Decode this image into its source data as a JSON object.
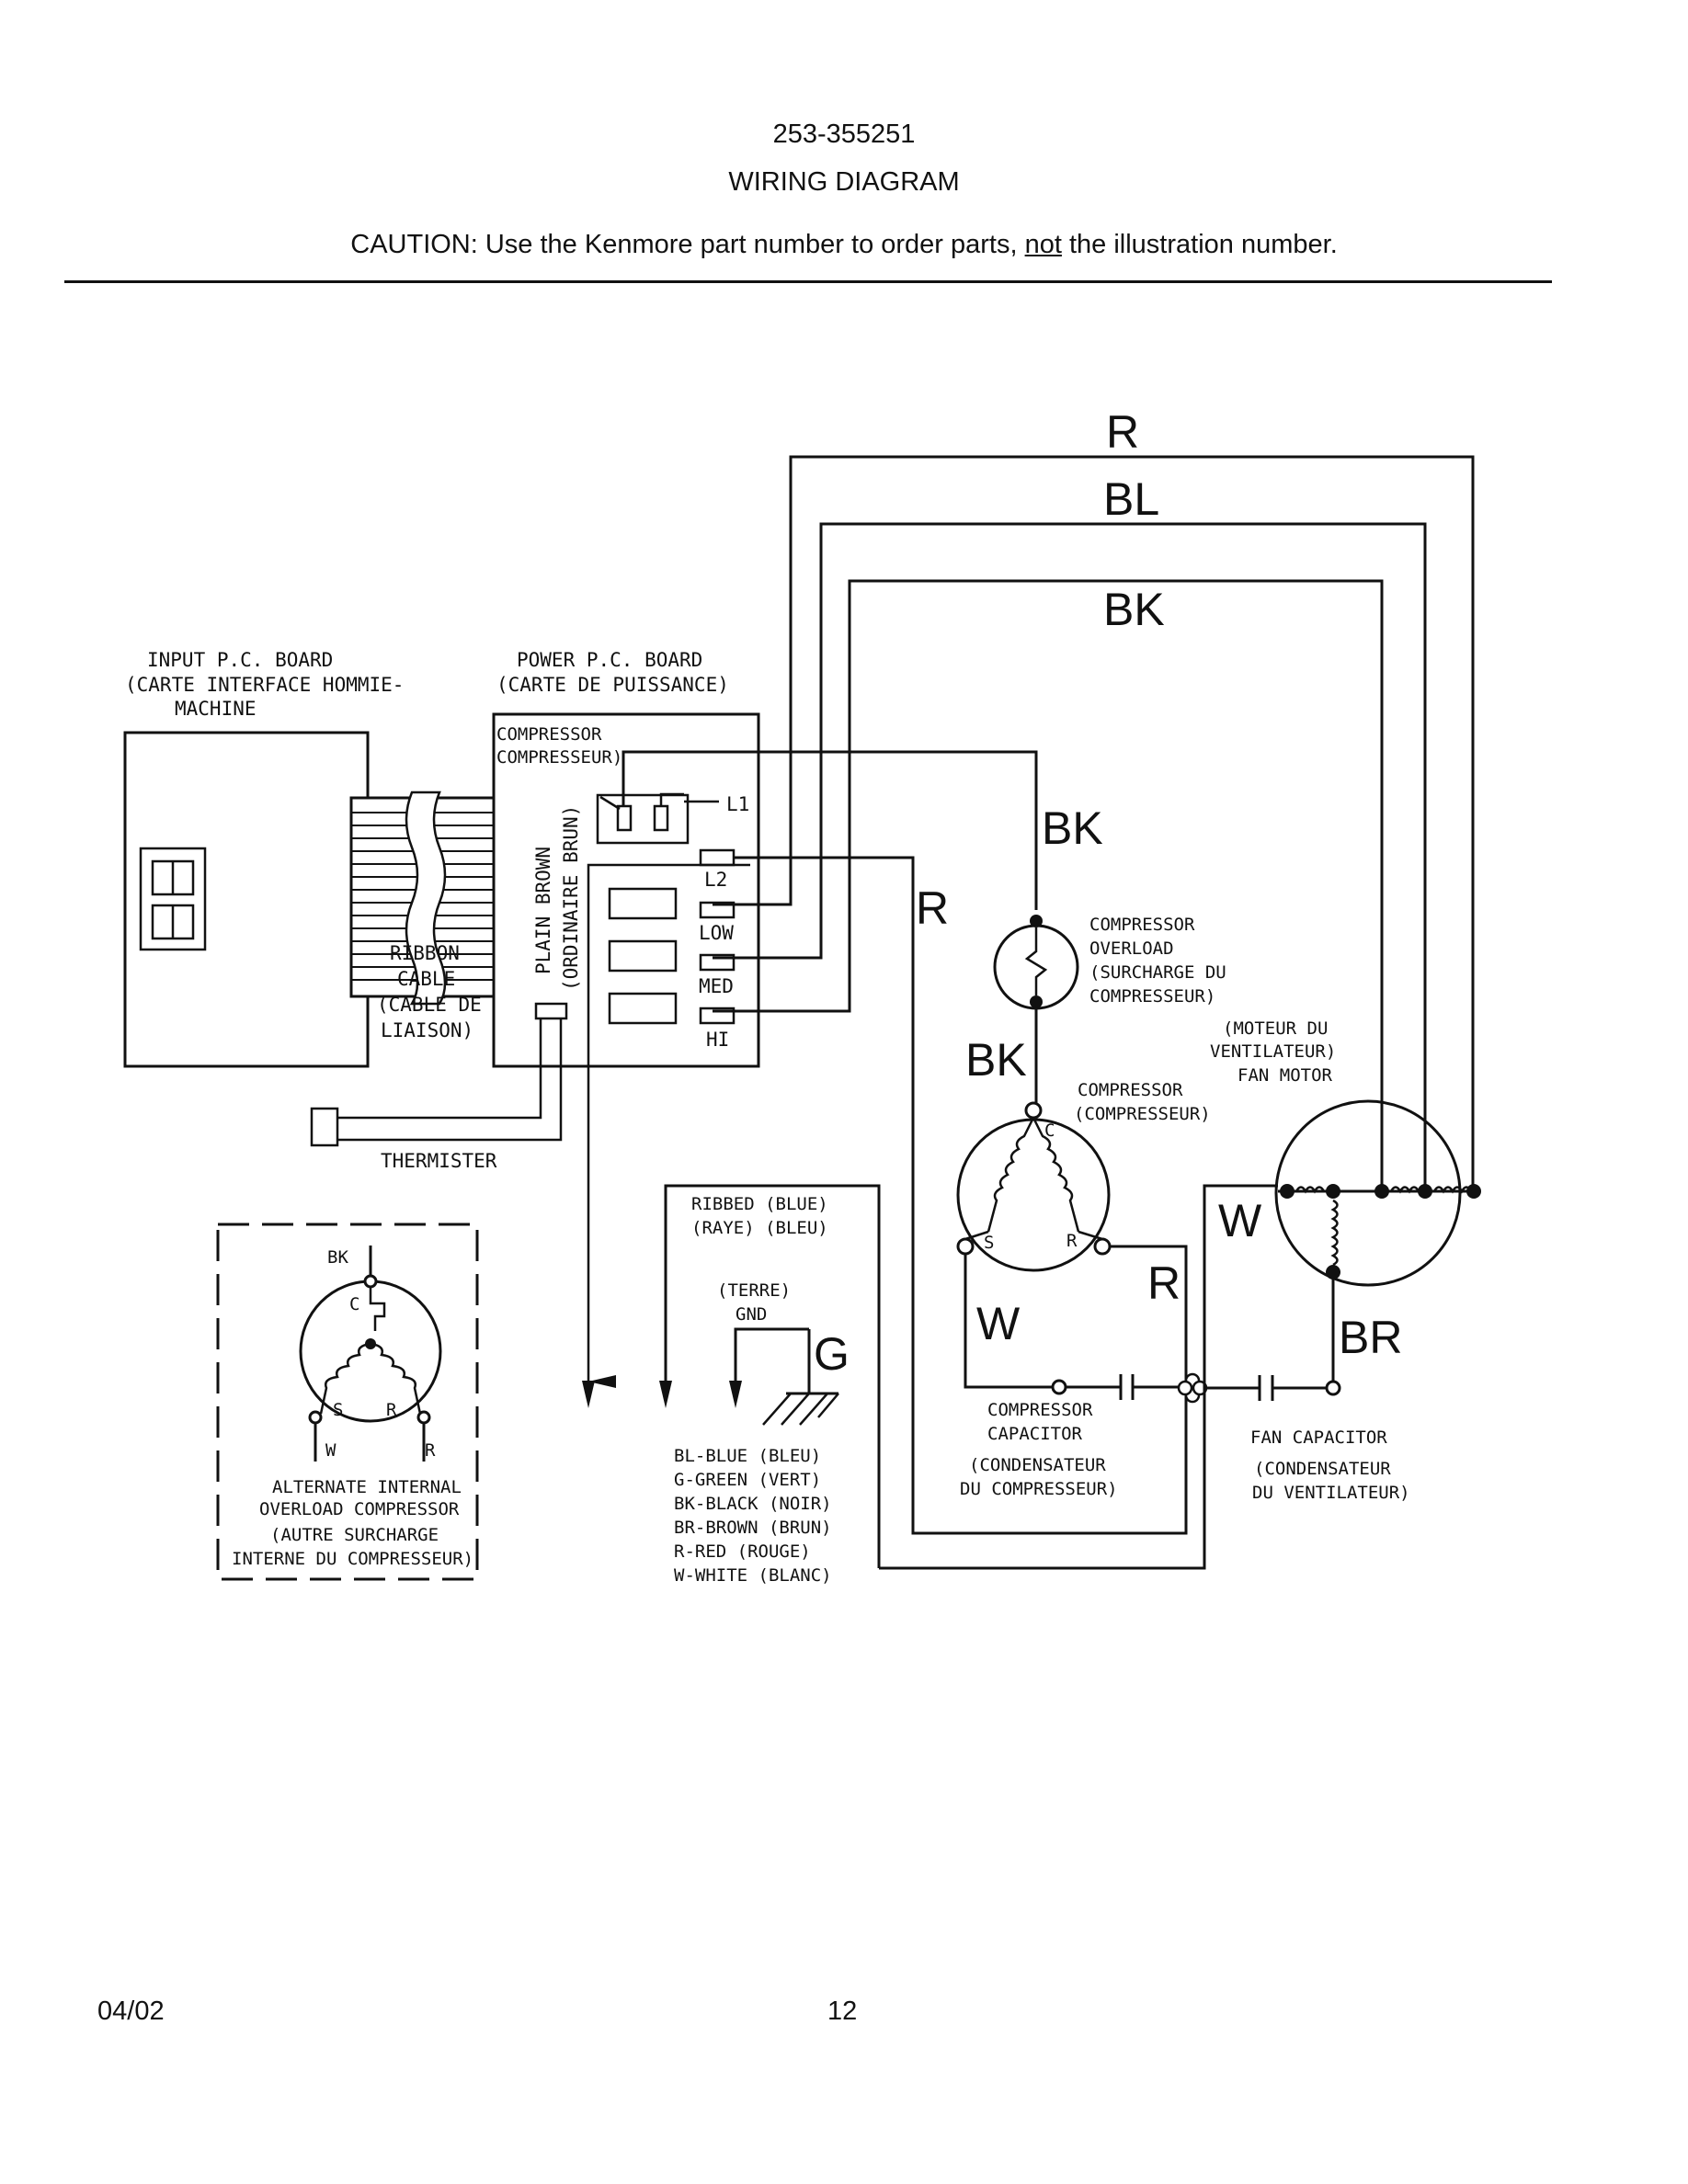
{
  "header": {
    "part_number": "253-355251",
    "title": "WIRING DIAGRAM",
    "caution_prefix": "CAUTION: Use the Kenmore part number to order parts, ",
    "caution_emphasis": "not",
    "caution_suffix": " the illustration number."
  },
  "footer": {
    "date": "04/02",
    "page": "12"
  },
  "diagram": {
    "input_board": [
      "INPUT P.C. BOARD",
      "(CARTE INTERFACE HOMMIE-",
      "MACHINE"
    ],
    "power_board": [
      "POWER P.C. BOARD",
      "(CARTE DE PUISSANCE)"
    ],
    "compressor_relay": [
      "COMPRESSOR",
      "COMPRESSEUR)"
    ],
    "terminals": {
      "l1": "L1",
      "l2": "L2",
      "low": "LOW",
      "med": "MED",
      "hi": "HI"
    },
    "plain_brown": [
      "PLAIN BROWN",
      "(ORDINAIRE BRUN)"
    ],
    "ribbon_cable": [
      "RIBBON",
      "CABLE",
      "(CABLE DE",
      "LIAISON)"
    ],
    "thermister": "THERMISTER",
    "compressor_overload": [
      "COMPRESSOR",
      "OVERLOAD",
      "(SURCHARGE DU",
      "COMPRESSEUR)"
    ],
    "compressor": [
      "COMPRESSOR",
      "(COMPRESSEUR)"
    ],
    "fan_motor": [
      "(MOTEUR DU",
      "VENTILATEUR)",
      "FAN MOTOR"
    ],
    "compressor_capacitor": [
      "COMPRESSOR",
      "CAPACITOR",
      "(CONDENSATEUR",
      "DU COMPRESSEUR)"
    ],
    "fan_capacitor": [
      "FAN CAPACITOR",
      "(CONDENSATEUR",
      "DU VENTILATEUR)"
    ],
    "alt_overload": [
      "ALTERNATE INTERNAL",
      "OVERLOAD COMPRESSOR",
      "(AUTRE SURCHARGE",
      "INTERNE DU COMPRESSEUR)"
    ],
    "ribbed": [
      "RIBBED  (BLUE)",
      "(RAYE)  (BLEU)"
    ],
    "ground": [
      "(TERRE)",
      "GND"
    ],
    "legend": [
      "BL-BLUE (BLEU)",
      "G-GREEN (VERT)",
      "BK-BLACK (NOIR)",
      "BR-BROWN (BRUN)",
      "R-RED (ROUGE)",
      "W-WHITE (BLANC)"
    ],
    "terminal_letters": {
      "c": "C",
      "s": "S",
      "r": "R",
      "w": "W"
    },
    "wire_codes": {
      "r": "R",
      "bl": "BL",
      "bk": "BK",
      "w": "W",
      "br": "BR",
      "g": "G"
    }
  }
}
